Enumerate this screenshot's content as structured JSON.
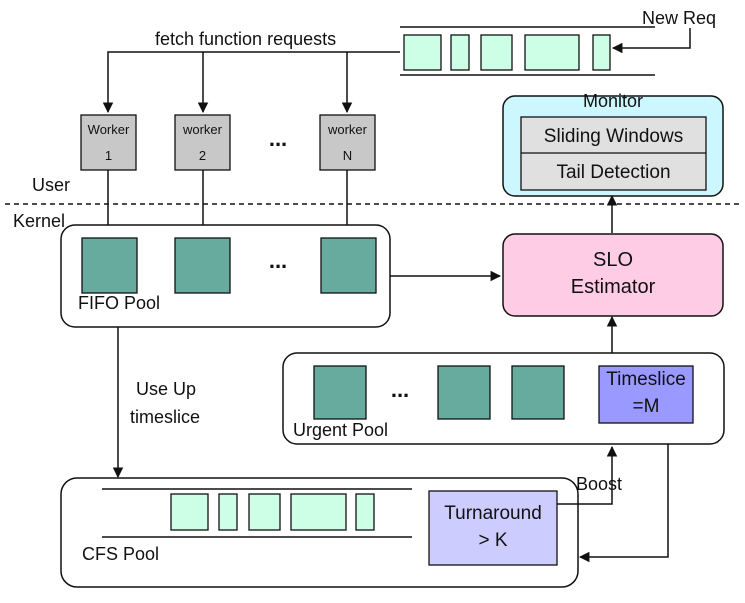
{
  "diagram": {
    "new_req": "New Req",
    "fetch_label": "fetch function requests",
    "workers": [
      {
        "name": "Worker",
        "index": "1"
      },
      {
        "name": "worker",
        "index": "2"
      },
      {
        "name": "worker",
        "index": "N"
      }
    ],
    "ellipsis": "...",
    "user_label": "User",
    "kernel_label": "Kernel",
    "fifo_pool": "FIFO Pool",
    "monitor": {
      "title": "Monitor",
      "items": [
        "Sliding Windows",
        "Tail Detection"
      ]
    },
    "slo_estimator": [
      "SLO",
      "Estimator"
    ],
    "use_up": [
      "Use Up",
      "timeslice"
    ],
    "urgent_pool": "Urgent Pool",
    "timeslice": [
      "Timeslice",
      "=M"
    ],
    "boost": "Boost",
    "cfs_pool": "CFS Pool",
    "turnaround": [
      "Turnaround",
      "> K"
    ],
    "colors": {
      "queue_item": "#ccffe6",
      "task_block": "#67ab9f",
      "worker_box": "#c8c8c8",
      "monitor_bg": "#ccf7ff",
      "monitor_item": "#e0e0e0",
      "slo_bg": "#ffcce6",
      "timeslice_bg": "#9999ff",
      "turnaround_bg": "#ccccff"
    }
  }
}
